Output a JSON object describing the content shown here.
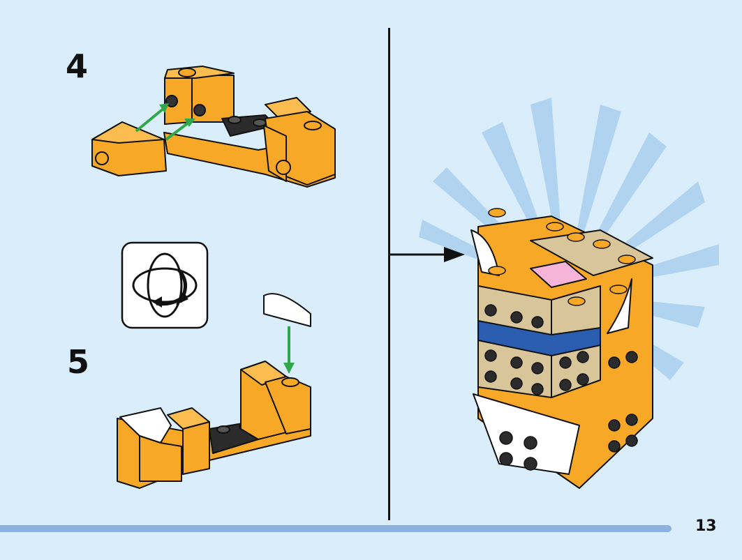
{
  "page": {
    "page_number": "13",
    "accent_bar_color": "#8fb1e0",
    "background_color": "#d9edfa"
  },
  "steps": [
    {
      "number": "4",
      "icon": "assembly-arrows"
    },
    {
      "number": "5",
      "icon": "assembly-arrow-down"
    }
  ],
  "rotate_icon": "rotate-model-icon",
  "final_model": {
    "colors": {
      "orange": "#f7a826",
      "tan": "#d9c59a",
      "white": "#ffffff",
      "pink": "#f5b4d8",
      "blue": "#2a5db0",
      "black": "#2b2b2b"
    },
    "callout_arrow": "pointer-arrow"
  }
}
